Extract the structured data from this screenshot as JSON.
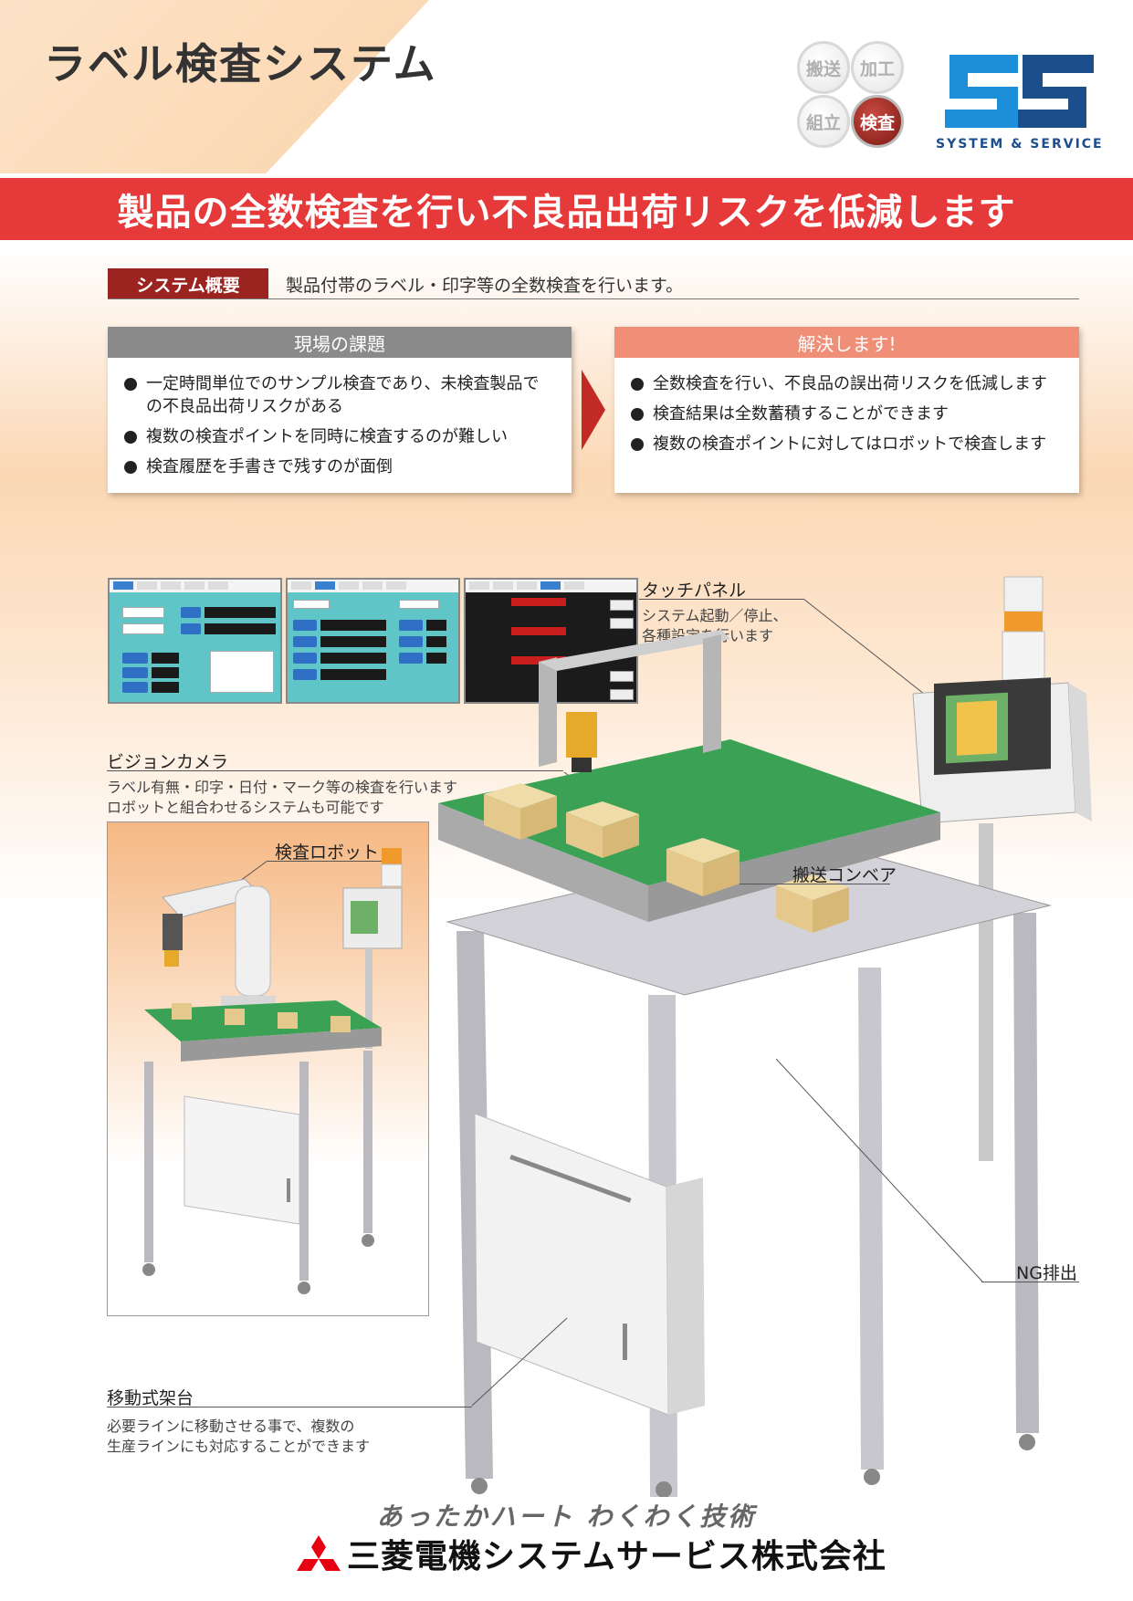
{
  "header": {
    "title": "ラベル検査システム",
    "categories": [
      {
        "label": "搬送",
        "active": false
      },
      {
        "label": "加工",
        "active": false
      },
      {
        "label": "組立",
        "active": false
      },
      {
        "label": "検査",
        "active": true
      }
    ],
    "logo_text": "SYSTEM & SERVICE"
  },
  "banner": {
    "text": "製品の全数検査を行い不良品出荷リスクを低減します"
  },
  "overview": {
    "tag": "システム概要",
    "text": "製品付帯のラベル・印字等の全数検査を行います。"
  },
  "issues": {
    "title": "現場の課題",
    "items": [
      "一定時間単位でのサンプル検査であり、未検査製品での不良品出荷リスクがある",
      "複数の検査ポイントを同時に検査するのが難しい",
      "検査履歴を手書きで残すのが面倒"
    ]
  },
  "solutions": {
    "title": "解決します!",
    "items": [
      "全数検査を行い、不良品の誤出荷リスクを低減します",
      "検査結果は全数蓄積することができます",
      "複数の検査ポイントに対してはロボットで検査します"
    ]
  },
  "callouts": {
    "touch_panel": {
      "title": "タッチパネル",
      "text1": "システム起動／停止、",
      "text2": "各種設定を行います"
    },
    "vision_camera": {
      "title": "ビジョンカメラ",
      "text1": "ラベル有無・印字・日付・マーク等の検査を行います",
      "text2": "ロボットと組合わせるシステムも可能です"
    },
    "inspection_robot": {
      "title": "検査ロボット"
    },
    "conveyor": {
      "title": "搬送コンベア"
    },
    "ng_eject": {
      "title": "NG排出"
    },
    "mobile_stand": {
      "title": "移動式架台",
      "text1": "必要ラインに移動させる事で、複数の",
      "text2": "生産ラインにも対応することができます"
    }
  },
  "footer": {
    "slogan": "あったかハート わくわく技術",
    "company": "三菱電機システムサービス株式会社"
  },
  "colors": {
    "banner": "#e5393a",
    "tag": "#9c2420",
    "issue_head": "#8a8a8a",
    "solution_head": "#f08f78",
    "logo": "#1d8fd8",
    "conveyor_belt": "#3aa155"
  }
}
